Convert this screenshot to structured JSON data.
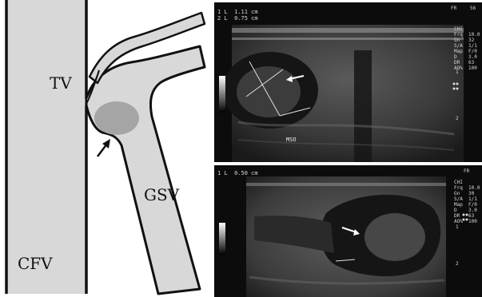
{
  "diagram": {
    "labels": {
      "tv": "TV",
      "gsv": "GSV",
      "cfv": "CFV"
    },
    "colors": {
      "vessel_fill": "#d8d8d8",
      "thrombus_fill": "#a5a5a5",
      "outline": "#111111"
    }
  },
  "ultrasound_top": {
    "measurements": [
      "1 L  1.11 cm",
      "2 L  0.75 cm"
    ],
    "fr_label": "FR",
    "fr_value": "56",
    "settings": [
      "CHI",
      "Frq  10.0",
      "Gn   32",
      "S/A  1/1",
      "Map  F/0",
      "D    3.0",
      "DR   63",
      "AO%  100"
    ],
    "marker_text": "MSO",
    "depth_marks": [
      "1",
      "2"
    ]
  },
  "ultrasound_bottom": {
    "measurements": [
      "1 L  0.50 cm"
    ],
    "fr_label": "FR",
    "settings": [
      "CHI",
      "Frq  10.0",
      "Gn   30",
      "S/A  1/1",
      "Map  F/0",
      "D    3.0",
      "DR   63",
      "AO%  100"
    ],
    "depth_marks": [
      "1",
      "2"
    ]
  }
}
